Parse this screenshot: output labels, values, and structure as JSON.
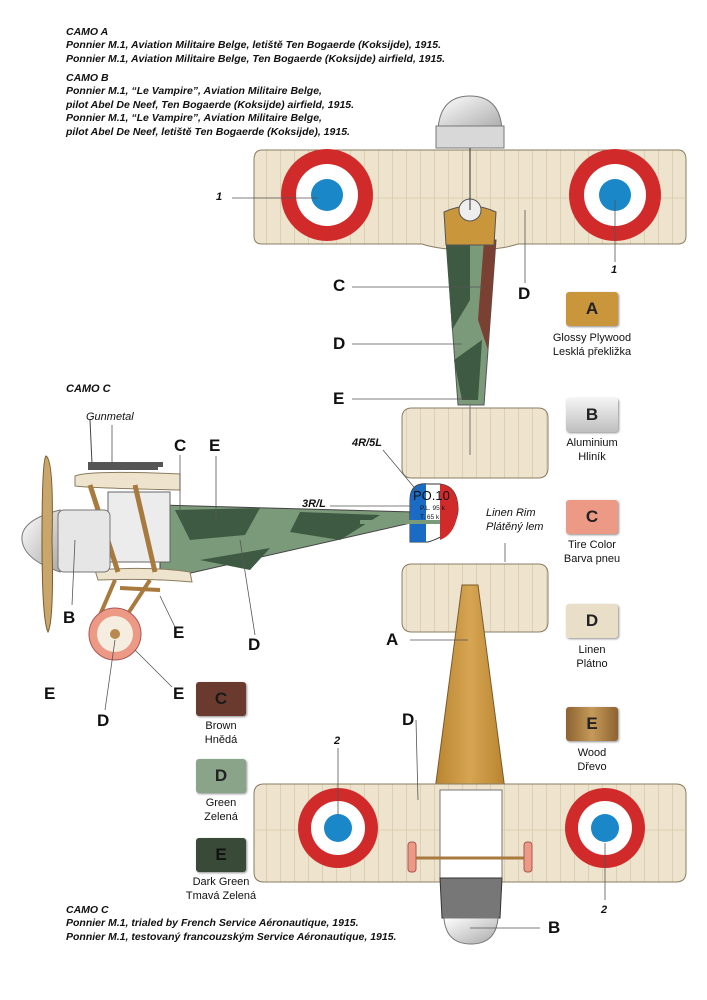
{
  "captions": {
    "camo_a_title": "CAMO A",
    "camo_a_line1": "Ponnier M.1, Aviation Militaire Belge, letiště Ten Bogaerde (Koksijde), 1915.",
    "camo_a_line2": "Ponnier M.1, Aviation Militaire Belge, Ten Bogaerde (Koksijde) airfield, 1915.",
    "camo_b_title": "CAMO B",
    "camo_b_line1": "Ponnier M.1, “Le Vampire”,  Aviation Militaire Belge,",
    "camo_b_line2": "pilot Abel De Neef, Ten Bogaerde (Koksijde) airfield, 1915.",
    "camo_b_line3": "Ponnier M.1, “Le Vampire”,  Aviation Militaire Belge,",
    "camo_b_line4": "pilot Abel De Neef, letiště Ten Bogaerde (Koksijde), 1915.",
    "camo_c_side_title": "CAMO C",
    "camo_c_bottom_title": "CAMO C",
    "camo_c_line1": "Ponnier M.1, trialed by French Service Aéronautique, 1915.",
    "camo_c_line2": "Ponnier M.1, testovaný francouzským Service Aéronautique, 1915."
  },
  "annotations": {
    "gunmetal": "Gunmetal",
    "stencil_4r5l": "4R/5L",
    "stencil_3rl": "3R/L",
    "linen_rim_en": "Linen Rim",
    "linen_rim_cz": "Plátěný lem",
    "marker_1_left": "1",
    "marker_1_right": "1",
    "marker_2_left": "2",
    "marker_2_right": "2",
    "rudder_serial": "PO.10",
    "rudder_data1": "P.L. 95 k",
    "rudder_data2": "T. 65 k"
  },
  "callouts": {
    "top_c": "C",
    "top_d_fuselage": "D",
    "top_e": "E",
    "top_d_wing": "D",
    "side_c": "C",
    "side_e_top": "E",
    "side_b": "B",
    "side_e_mid": "E",
    "side_d": "D",
    "side_e_prop": "E",
    "side_e_wheel": "E",
    "side_d_wheel": "D",
    "bottom_a": "A",
    "bottom_d": "D",
    "bottom_b": "B"
  },
  "swatches_right": [
    {
      "letter": "A",
      "en": "Glossy Plywood",
      "cz": "Lesklá překližka",
      "color": "#c9963c"
    },
    {
      "letter": "B",
      "en": "Aluminium",
      "cz": "Hliník",
      "color": "#d8d8d8"
    },
    {
      "letter": "C",
      "en": "Tire Color",
      "cz": "Barva pneu",
      "color": "#ec9a85"
    },
    {
      "letter": "D",
      "en": "Linen",
      "cz": "Plátno",
      "color": "#e9dfc8"
    },
    {
      "letter": "E",
      "en": "Wood",
      "cz": "Dřevo",
      "color": "#a87a3e"
    }
  ],
  "swatches_left": [
    {
      "letter": "C",
      "en": "Brown",
      "cz": "Hnědá",
      "color": "#6b3a2e"
    },
    {
      "letter": "D",
      "en": "Green",
      "cz": "Zelená",
      "color": "#8aa48a"
    },
    {
      "letter": "E",
      "en": "Dark Green",
      "cz": "Tmavá Zelená",
      "color": "#3a4a38"
    }
  ],
  "colors": {
    "linen": "#eee3cc",
    "roundel_red": "#d12a2a",
    "roundel_blue": "#1a87c8",
    "camo_green": "#7a9a7a",
    "camo_dark_green": "#3f5a43",
    "camo_brown": "#7a4032",
    "plywood": "#c9963c",
    "wood": "#a87a3e"
  }
}
